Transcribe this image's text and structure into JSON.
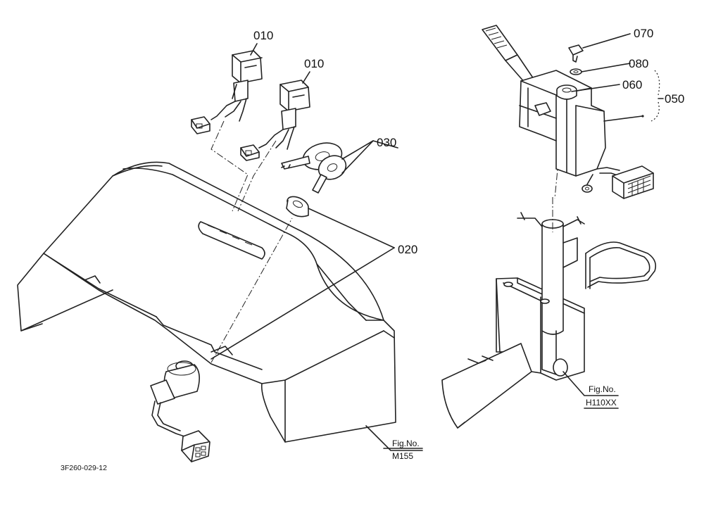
{
  "diagram": {
    "part_labels": {
      "p010a": "010",
      "p010b": "010",
      "p030": "030",
      "p020": "020",
      "p070": "070",
      "p080": "080",
      "p060": "060",
      "p050": "050"
    },
    "figure_refs": {
      "left_fig": "Fig.No.",
      "left_num": "M155",
      "right_fig": "Fig.No.",
      "right_num": "H110XX"
    },
    "drawing_code": "3F260-029-12"
  }
}
